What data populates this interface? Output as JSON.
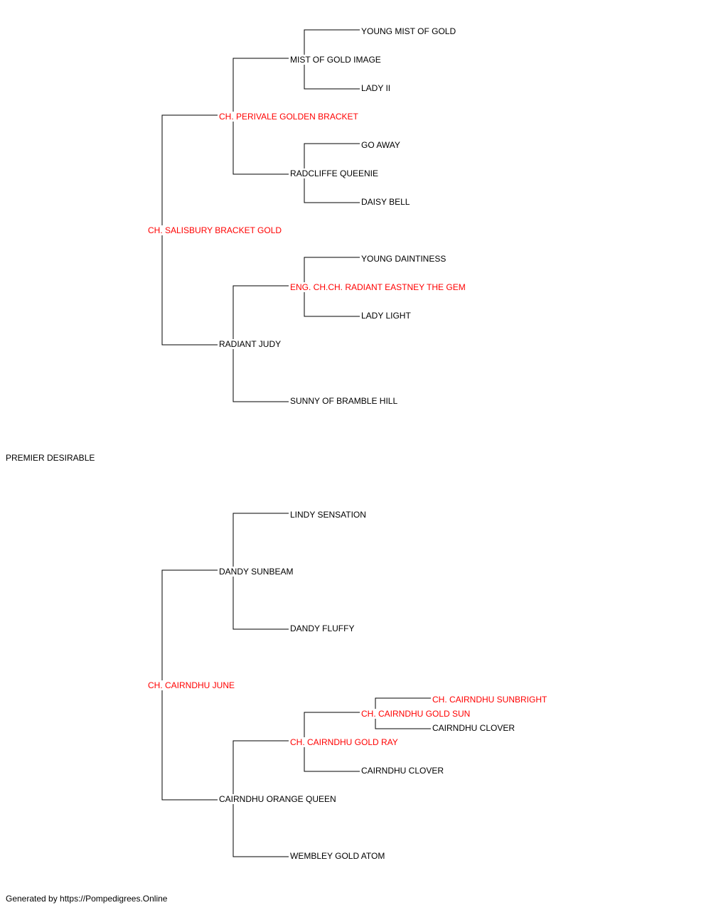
{
  "colors": {
    "champion": "#ff0000",
    "normal": "#000000",
    "line": "#000000"
  },
  "subject": {
    "name": "PREMIER DESIRABLE"
  },
  "pedigree": {
    "sire": {
      "name": "CH. SALISBURY BRACKET GOLD",
      "champion": true,
      "sire": {
        "name": "CH. PERIVALE GOLDEN BRACKET",
        "champion": true,
        "sire": {
          "name": "MIST OF GOLD IMAGE",
          "champion": false,
          "sire": {
            "name": "YOUNG MIST OF GOLD",
            "champion": false
          },
          "dam": {
            "name": "LADY II",
            "champion": false
          }
        },
        "dam": {
          "name": "RADCLIFFE QUEENIE",
          "champion": false,
          "sire": {
            "name": "GO AWAY",
            "champion": false
          },
          "dam": {
            "name": "DAISY BELL",
            "champion": false
          }
        }
      },
      "dam": {
        "name": "RADIANT JUDY",
        "champion": false,
        "sire": {
          "name": "ENG. CH.CH. RADIANT EASTNEY THE GEM",
          "champion": true,
          "sire": {
            "name": "YOUNG DAINTINESS",
            "champion": false
          },
          "dam": {
            "name": "LADY LIGHT",
            "champion": false
          }
        },
        "dam": {
          "name": "SUNNY OF BRAMBLE HILL",
          "champion": false
        }
      }
    },
    "dam": {
      "name": "CH. CAIRNDHU JUNE",
      "champion": true,
      "sire": {
        "name": "DANDY SUNBEAM",
        "champion": false,
        "sire": {
          "name": "LINDY SENSATION",
          "champion": false
        },
        "dam": {
          "name": "DANDY FLUFFY",
          "champion": false
        }
      },
      "dam": {
        "name": "CAIRNDHU ORANGE QUEEN",
        "champion": false,
        "sire": {
          "name": "CH. CAIRNDHU GOLD RAY",
          "champion": true,
          "sire": {
            "name": "CH. CAIRNDHU GOLD SUN",
            "champion": true,
            "sire": {
              "name": "CH. CAIRNDHU SUNBRIGHT",
              "champion": true
            },
            "dam": {
              "name": "CAIRNDHU CLOVER",
              "champion": false
            }
          },
          "dam": {
            "name": "CAIRNDHU CLOVER",
            "champion": false
          }
        },
        "dam": {
          "name": "WEMBLEY GOLD ATOM",
          "champion": false
        }
      }
    }
  },
  "footer": "Generated by https://Pompedigrees.Online"
}
